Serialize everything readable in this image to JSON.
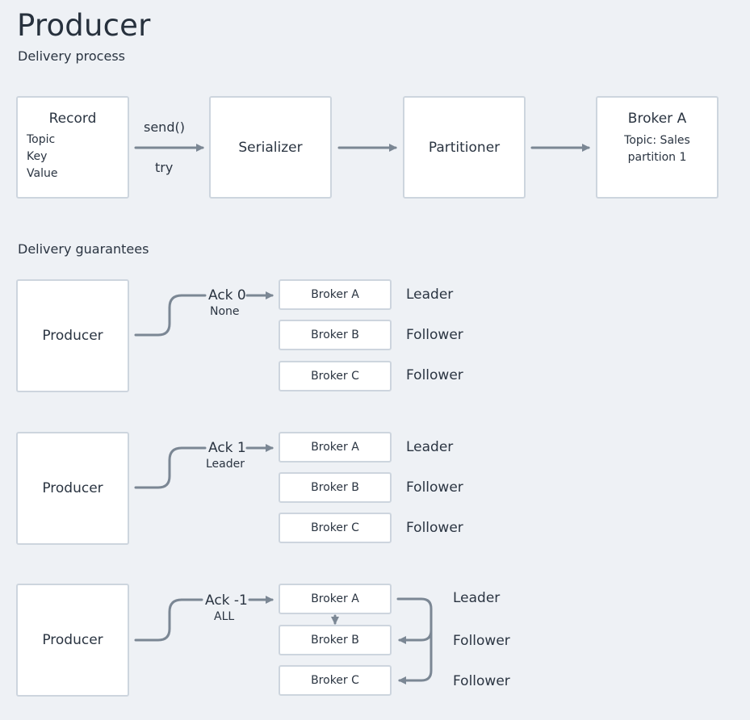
{
  "title": "Producer",
  "delivery_process": {
    "heading": "Delivery process",
    "record": {
      "title": "Record",
      "fields": [
        "Topic",
        "Key",
        "Value"
      ]
    },
    "send_label": "send()",
    "try_label": "try",
    "serializer": "Serializer",
    "partitioner": "Partitioner",
    "broker": {
      "title": "Broker A",
      "line1": "Topic: Sales",
      "line2": "partition 1"
    }
  },
  "delivery_guarantees": {
    "heading": "Delivery guarantees",
    "groups": [
      {
        "producer": "Producer",
        "ack": "Ack 0",
        "ack_sub": "None",
        "brokers": [
          "Broker A",
          "Broker B",
          "Broker C"
        ],
        "roles": [
          "Leader",
          "Follower",
          "Follower"
        ]
      },
      {
        "producer": "Producer",
        "ack": "Ack 1",
        "ack_sub": "Leader",
        "brokers": [
          "Broker A",
          "Broker B",
          "Broker C"
        ],
        "roles": [
          "Leader",
          "Follower",
          "Follower"
        ]
      },
      {
        "producer": "Producer",
        "ack": "Ack -1",
        "ack_sub": "ALL",
        "brokers": [
          "Broker A",
          "Broker B",
          "Broker C"
        ],
        "roles": [
          "Leader",
          "Follower",
          "Follower"
        ]
      }
    ]
  },
  "colors": {
    "arrow": "#7b8794",
    "box_border": "#cdd5de",
    "background": "#eef1f5"
  }
}
